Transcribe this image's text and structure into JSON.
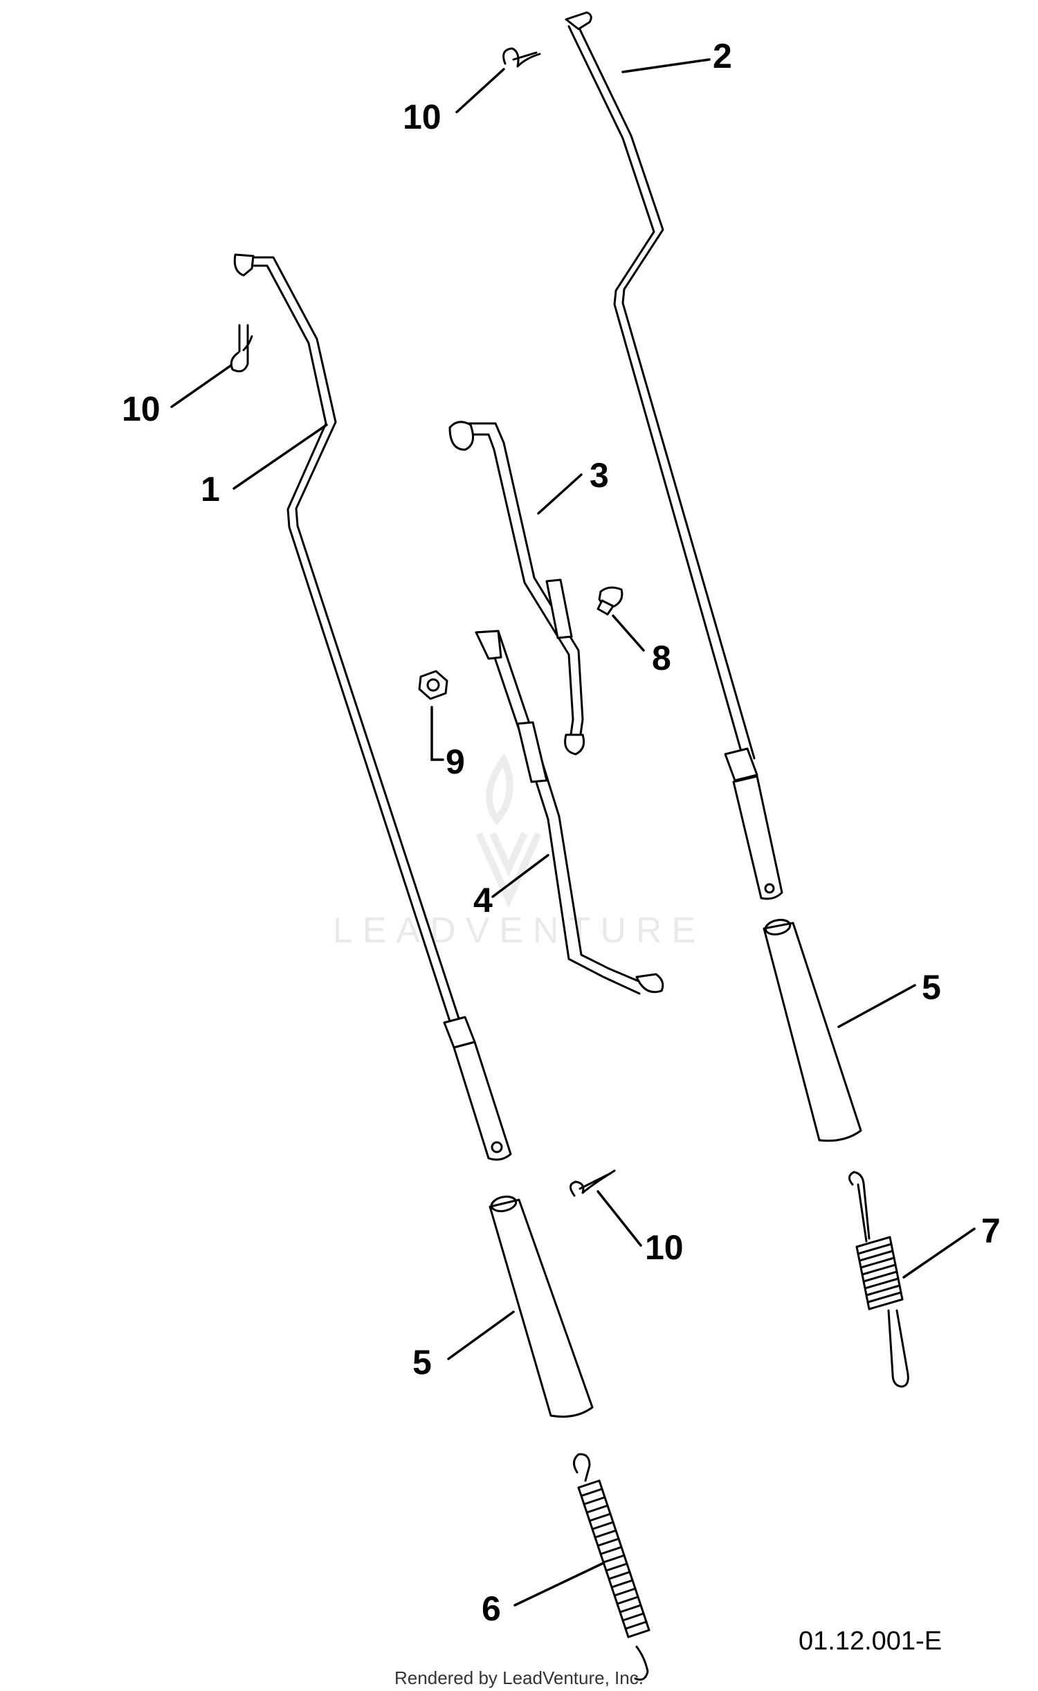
{
  "watermark": {
    "brand": "LEADVENTURE"
  },
  "callouts": {
    "c1": "1",
    "c2": "2",
    "c3": "3",
    "c4": "4",
    "c5a": "5",
    "c5b": "5",
    "c6": "6",
    "c7": "7",
    "c8": "8",
    "c9": "9",
    "c10a": "10",
    "c10b": "10",
    "c10c": "10"
  },
  "drawing_code": "01.12.001-E",
  "footer": {
    "credit": "Rendered by LeadVenture, Inc."
  }
}
